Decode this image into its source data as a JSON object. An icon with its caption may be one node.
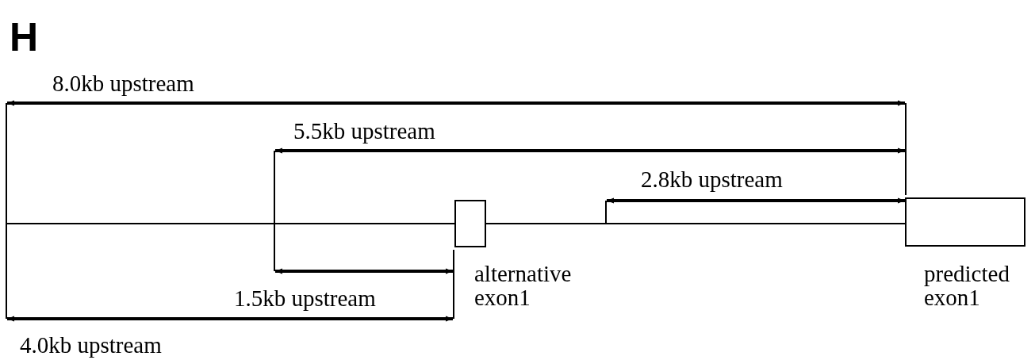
{
  "diagram": {
    "nodes": [
      {
        "text": [],
        "shape": "box",
        "beside": [
          "alternative exon1"
        ]
      },
      {
        "text": [],
        "shape": "box",
        "beside": [
          "predicted exon1"
        ]
      }
    ],
    "edges": [
      {
        "from": 0,
        "to": 1,
        "arrow": "none"
      }
    ],
    "labels": [
      "H",
      "8.0kb upstream",
      "5.5kb upstream",
      "2.8kb upstream",
      "1.5kb upstream",
      "4.0kb upstream"
    ]
  }
}
